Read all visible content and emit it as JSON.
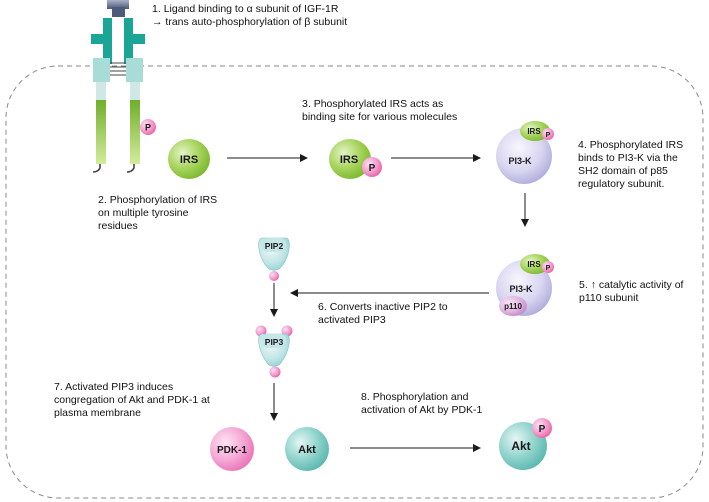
{
  "steps": [
    {
      "num": "1.",
      "lines": [
        "Ligand binding to α subunit of IGF-1R",
        "→ trans auto-phosphorylation of β subunit"
      ]
    },
    {
      "num": "2.",
      "lines": [
        "Phosphorylation of IRS",
        "on multiple tyrosine",
        "residues"
      ]
    },
    {
      "num": "3.",
      "lines": [
        "Phosphorylated IRS acts as",
        "binding site for various molecules"
      ]
    },
    {
      "num": "4.",
      "lines": [
        "Phosphorylated IRS",
        "binds to PI3-K via the",
        "SH2 domain of p85",
        "regulatory subunit."
      ]
    },
    {
      "num": "5.",
      "lines": [
        "↑ catalytic activity of",
        "p110 subunit"
      ]
    },
    {
      "num": "6.",
      "lines": [
        "Converts inactive PIP2 to",
        "activated PIP3"
      ]
    },
    {
      "num": "7.",
      "lines": [
        "Activated PIP3 induces",
        "congregation of Akt and PDK-1 at",
        "plasma membrane"
      ]
    },
    {
      "num": "8.",
      "lines": [
        "Phosphorylation and",
        "activation of Akt by PDK-1"
      ]
    }
  ],
  "molecules": {
    "irs": "IRS",
    "phospho": "P",
    "pi3k": "PI3-K",
    "p110": "p110",
    "pip2": "PIP2",
    "pip3": "PIP3",
    "pdk1": "PDK-1",
    "akt": "Akt"
  },
  "icons": {
    "receptor": "igf1r-receptor-icon",
    "ligand": "ligand-icon",
    "membrane": "plasma-membrane-outline"
  },
  "colors": {
    "irs_green": "#8ec641",
    "phospho_pink": "#f17cbf",
    "pi3k_lavender": "#c8c5e8",
    "pip_cyan": "#a8d9da",
    "pdk1_pink": "#f08ac9",
    "akt_teal": "#6fc4bd",
    "receptor_teal": "#1aa596",
    "receptor_green": "#97c93d",
    "ligand_grey": "#5f6d8e",
    "membrane_grey": "#8a8a8a"
  }
}
